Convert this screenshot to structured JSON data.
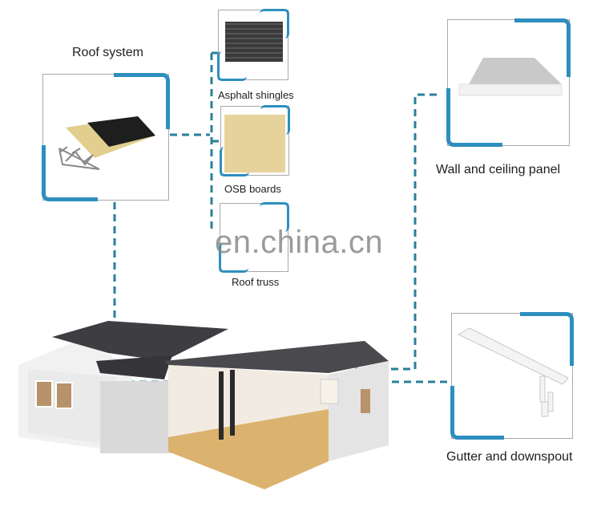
{
  "components": {
    "roof_system": {
      "label": "Roof system",
      "icon": "roof-assembly-image"
    },
    "asphalt_shingles": {
      "label": "Asphalt shingles",
      "icon": "asphalt-shingles-image"
    },
    "osb_boards": {
      "label": "OSB boards",
      "icon": "osb-board-image"
    },
    "roof_truss": {
      "label": "Roof truss",
      "icon": "roof-truss-image"
    },
    "wall_ceiling_panel": {
      "label": "Wall and ceiling panel",
      "icon": "sandwich-panel-image"
    },
    "gutter_downspout": {
      "label": "Gutter and downspout",
      "icon": "gutter-image"
    }
  },
  "house": {
    "icon": "prefab-house-cutaway-image"
  },
  "watermark": "en.china.cn",
  "colors": {
    "accent": "#2e8fbf",
    "connector": "#2b7f99",
    "frame": "#a9a9a9"
  }
}
